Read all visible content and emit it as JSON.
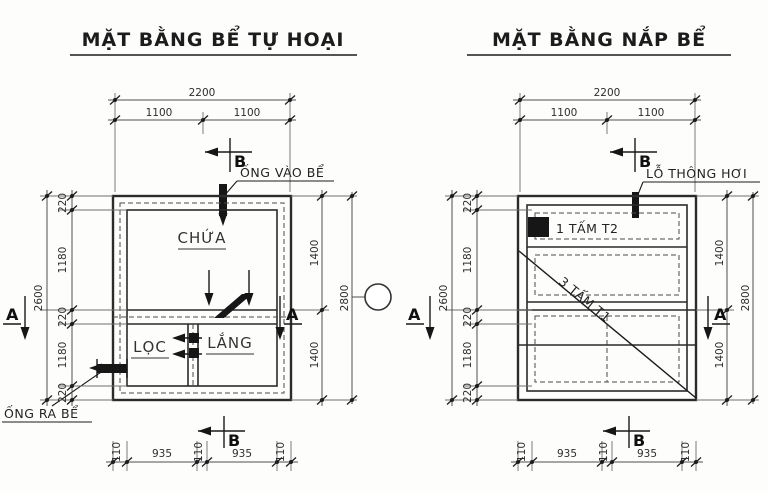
{
  "drawing": {
    "left_plan": {
      "title": "MẶT BẰNG BỂ TỰ HOẠI",
      "chambers": {
        "top": "CHỨA",
        "bottom_left": "LỌC",
        "bottom_right": "LẮNG"
      },
      "callouts": {
        "inlet": "ỐNG VÀO BỂ",
        "outlet": "ỐNG RA BỂ"
      },
      "sections": {
        "a": "A",
        "b": "B"
      },
      "dims": {
        "top": {
          "total": "2200",
          "halves": [
            "1100",
            "1100"
          ]
        },
        "left": {
          "total": "2600",
          "segments": [
            "220",
            "1180",
            "220",
            "1180",
            "220"
          ]
        },
        "right": {
          "total": "2800",
          "segments": [
            "1400",
            "1400"
          ]
        },
        "bottom": {
          "segments": [
            "110",
            "935",
            "110",
            "935",
            "110"
          ]
        }
      }
    },
    "right_plan": {
      "title": "MẶT BẰNG NẮP BỂ",
      "callouts": {
        "vent": "LỖ THÔNG HƠI"
      },
      "slabs": {
        "t2": "1 TẤM T2",
        "t1": "3 TẤM T1"
      },
      "sections": {
        "a": "A",
        "b": "B"
      },
      "dims": {
        "top": {
          "total": "2200",
          "halves": [
            "1100",
            "1100"
          ]
        },
        "left": {
          "total": "2600",
          "segments": [
            "220",
            "1180",
            "220",
            "1180",
            "220"
          ]
        },
        "right": {
          "total": "2800",
          "segments": [
            "1400",
            "1400"
          ]
        },
        "bottom": {
          "segments": [
            "110",
            "935",
            "110",
            "935",
            "110"
          ]
        }
      }
    },
    "colors": {
      "line": "#2b2b2b",
      "background": "#fdfdfc"
    }
  }
}
